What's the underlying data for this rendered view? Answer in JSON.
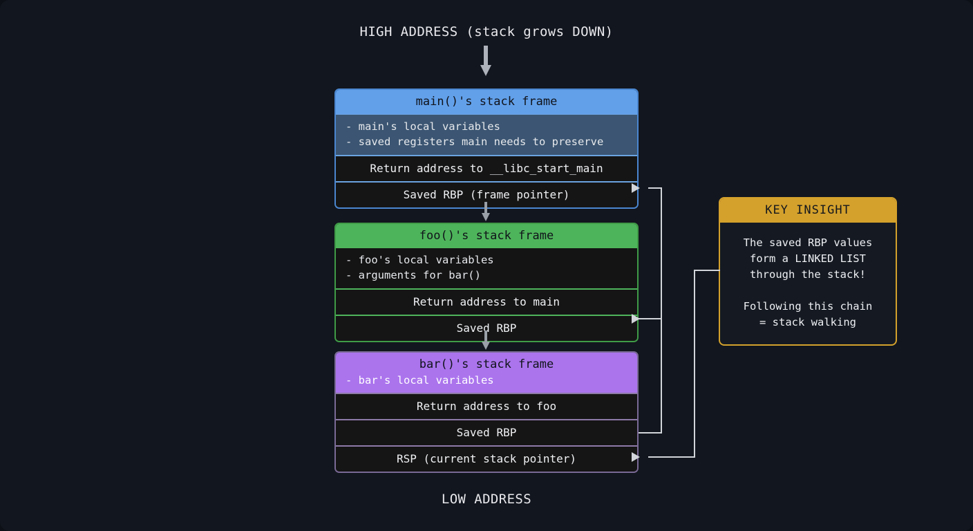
{
  "diagram": {
    "top_label": "HIGH ADDRESS (stack grows DOWN)",
    "bottom_label": "LOW ADDRESS",
    "background_color": "#12161e"
  },
  "frames": [
    {
      "id": "main",
      "title": "main()'s stack frame",
      "accent_color": "#62a0ea",
      "body_lines": "- main's local variables\n- saved registers main needs to preserve",
      "rows": [
        "Return address to __libc_start_main",
        "Saved RBP (frame pointer)"
      ]
    },
    {
      "id": "foo",
      "title": "foo()'s stack frame",
      "accent_color": "#4eb45b",
      "body_lines": "- foo's local variables\n- arguments for bar()",
      "rows": [
        "Return address to main",
        "Saved RBP"
      ]
    },
    {
      "id": "bar",
      "title": "bar()'s stack frame",
      "accent_color": "#ab74ed",
      "body_lines": "- bar's local variables",
      "rows": [
        "Return address to foo",
        "Saved RBP",
        "RSP (current stack pointer)"
      ]
    }
  ],
  "key_insight": {
    "header": "KEY INSIGHT",
    "body": "The saved RBP values\nform a LINKED LIST\nthrough the stack!\n\nFollowing this chain\n= stack walking",
    "accent_color": "#d4a12c"
  },
  "connectors": [
    {
      "name": "foo-rbp-to-main-rbp",
      "from": "foo Saved RBP",
      "to": "main Saved RBP"
    },
    {
      "name": "bar-rbp-to-foo-rbp",
      "from": "bar Saved RBP",
      "to": "foo Saved RBP"
    },
    {
      "name": "key-insight-to-rsp",
      "from": "KEY INSIGHT",
      "to": "RSP (current stack pointer)"
    }
  ]
}
